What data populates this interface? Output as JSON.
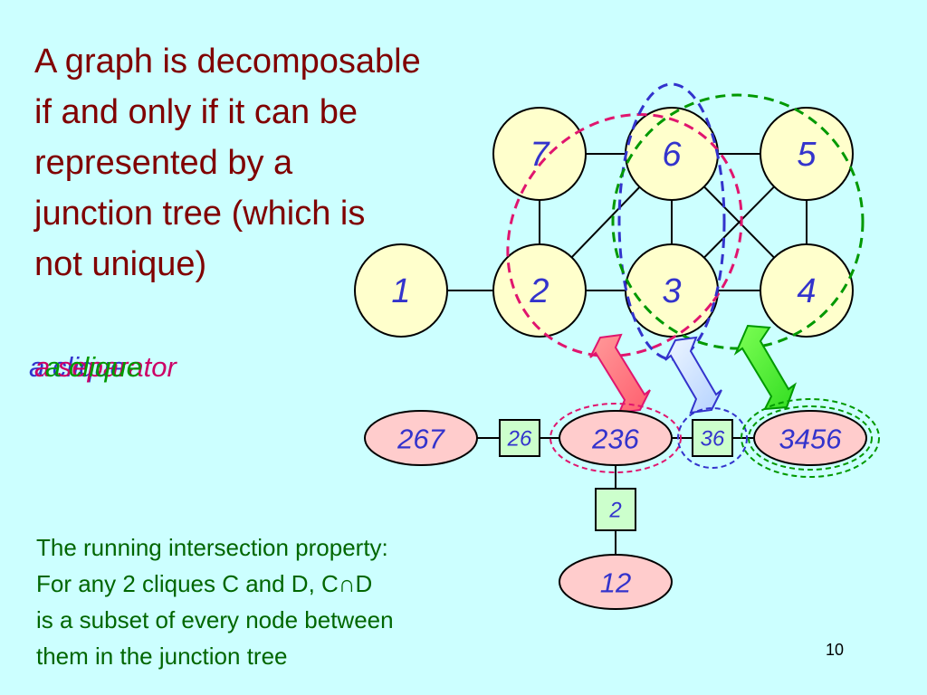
{
  "title": "A graph is decomposable\nif and only if it can be\nrepresented by a\njunction tree (which is\nnot unique)",
  "overlapping_labels": [
    {
      "text": "a clique",
      "color": "#3333cc"
    },
    {
      "text": "a separator",
      "color": "#cc0066"
    },
    {
      "text": "a clique",
      "color": "#009900"
    }
  ],
  "graph": {
    "nodes": [
      "1",
      "2",
      "3",
      "4",
      "5",
      "6",
      "7"
    ],
    "edges": [
      [
        "1",
        "2"
      ],
      [
        "2",
        "3"
      ],
      [
        "3",
        "4"
      ],
      [
        "2",
        "7"
      ],
      [
        "7",
        "6"
      ],
      [
        "6",
        "5"
      ],
      [
        "6",
        "3"
      ],
      [
        "5",
        "4"
      ],
      [
        "2",
        "6"
      ],
      [
        "6",
        "4"
      ],
      [
        "3",
        "5"
      ]
    ],
    "node_fill": "#ffffcc",
    "label_color": "#3333cc"
  },
  "junction_tree": {
    "cliques": [
      "267",
      "236",
      "3456",
      "12"
    ],
    "separators": [
      "26",
      "36",
      "2"
    ],
    "clique_fill": "#ffcccc",
    "separator_fill": "#ccffcc"
  },
  "highlight_colors": {
    "pink": "#e0156e",
    "blue": "#3333cc",
    "green": "#009900"
  },
  "arrow_colors": {
    "pink": "#ff7c7c",
    "blue": "#cde4ff",
    "green": "#55ee33"
  },
  "property_text": "The running intersection property:\nFor any 2 cliques C and D, C∩D\nis a subset of every node between\nthem in the junction tree",
  "page_number": "10"
}
